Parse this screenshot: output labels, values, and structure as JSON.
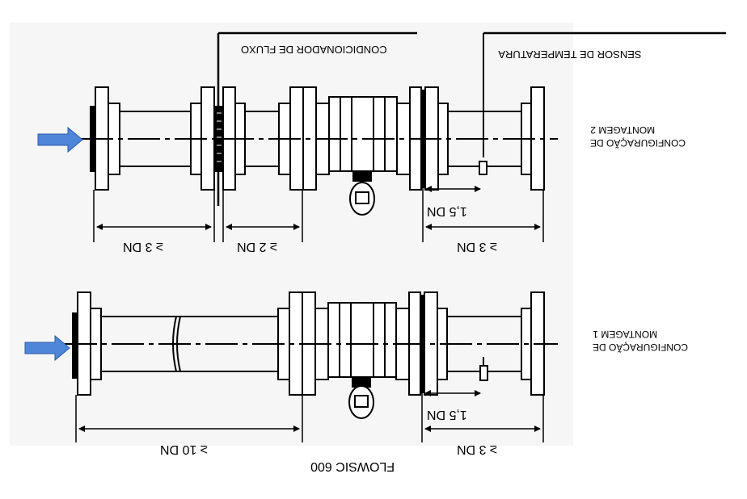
{
  "labels": {
    "flow_conditioner": "CONDICIONADOR DE FLUXO",
    "temperature_sensor": "SENSOR DE TEMPERATURA",
    "meter_name": "FLOWSIC 600"
  },
  "config2": {
    "title_line1": "CONFIGURAÇÃO DE",
    "title_line2": "MONTAGEM 2",
    "upstream_1": "≥ 3 DN",
    "upstream_2": "≥ 2 DN",
    "downstream": "≥ 3 DN",
    "sensor_offset": "1,5 DN"
  },
  "config1": {
    "title_line1": "CONFIGURAÇÃO DE",
    "title_line2": "MONTAGEM 1",
    "upstream": "≥ 10 DN",
    "downstream": "≥ 3 DN",
    "sensor_offset": "1,5 DN"
  },
  "colors": {
    "background_panel": "#f6f6f6",
    "flow_arrow": "#4f86d9"
  }
}
